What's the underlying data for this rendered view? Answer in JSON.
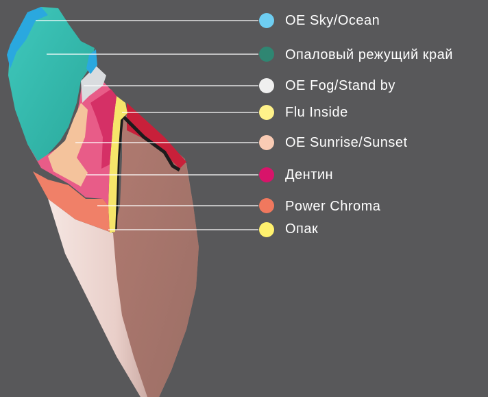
{
  "legend": [
    {
      "label": "OE Sky/Ocean",
      "color": "#6ecdf1"
    },
    {
      "label": "Опаловый режущий край",
      "color": "#2f8672"
    },
    {
      "label": "OE Fog/Stand by",
      "color": "#efefef"
    },
    {
      "label": "Flu Inside",
      "color": "#fff28a"
    },
    {
      "label": "OE Sunrise/Sunset",
      "color": "#f9cbb4"
    },
    {
      "label": "Дентин",
      "color": "#d8146a"
    },
    {
      "label": "Power Chroma",
      "color": "#f0785e"
    },
    {
      "label": "Опак",
      "color": "#fff16e"
    }
  ],
  "layers": {
    "enamel_tip": "#3cc0b5",
    "blue_edge": "#2aa8df",
    "fog": "#d9dcdf",
    "sunrise": "#f4c39c",
    "dentin": "#e85c88",
    "dentin_deep": "#d53066",
    "power_chroma": "#f08068",
    "opaque": "#f6e56a",
    "black_core": "#1c1c1c",
    "root_light": "#f3e2df",
    "root_dark": "#a97e76",
    "gum_red": "#c8203a"
  }
}
